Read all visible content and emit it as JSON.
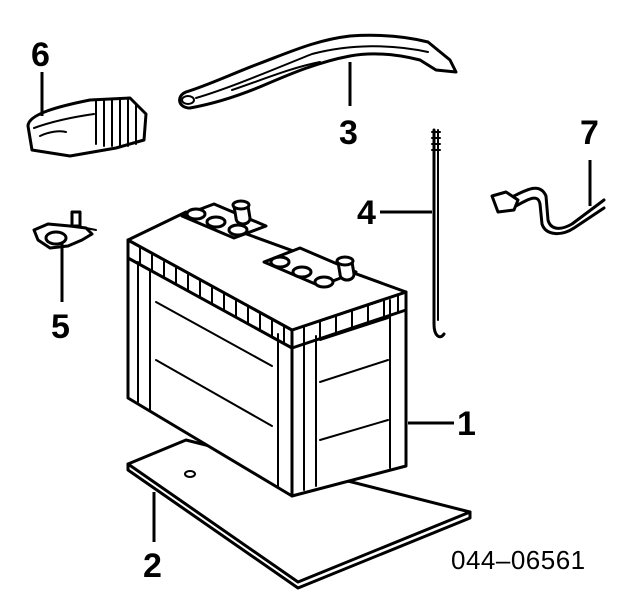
{
  "callouts": {
    "battery": "1",
    "tray": "2",
    "hold_down_clamp": "3",
    "hold_down_rod": "4",
    "terminal_clamp": "5",
    "terminal_cover": "6",
    "cable": "7"
  },
  "part_number": "044–06561"
}
